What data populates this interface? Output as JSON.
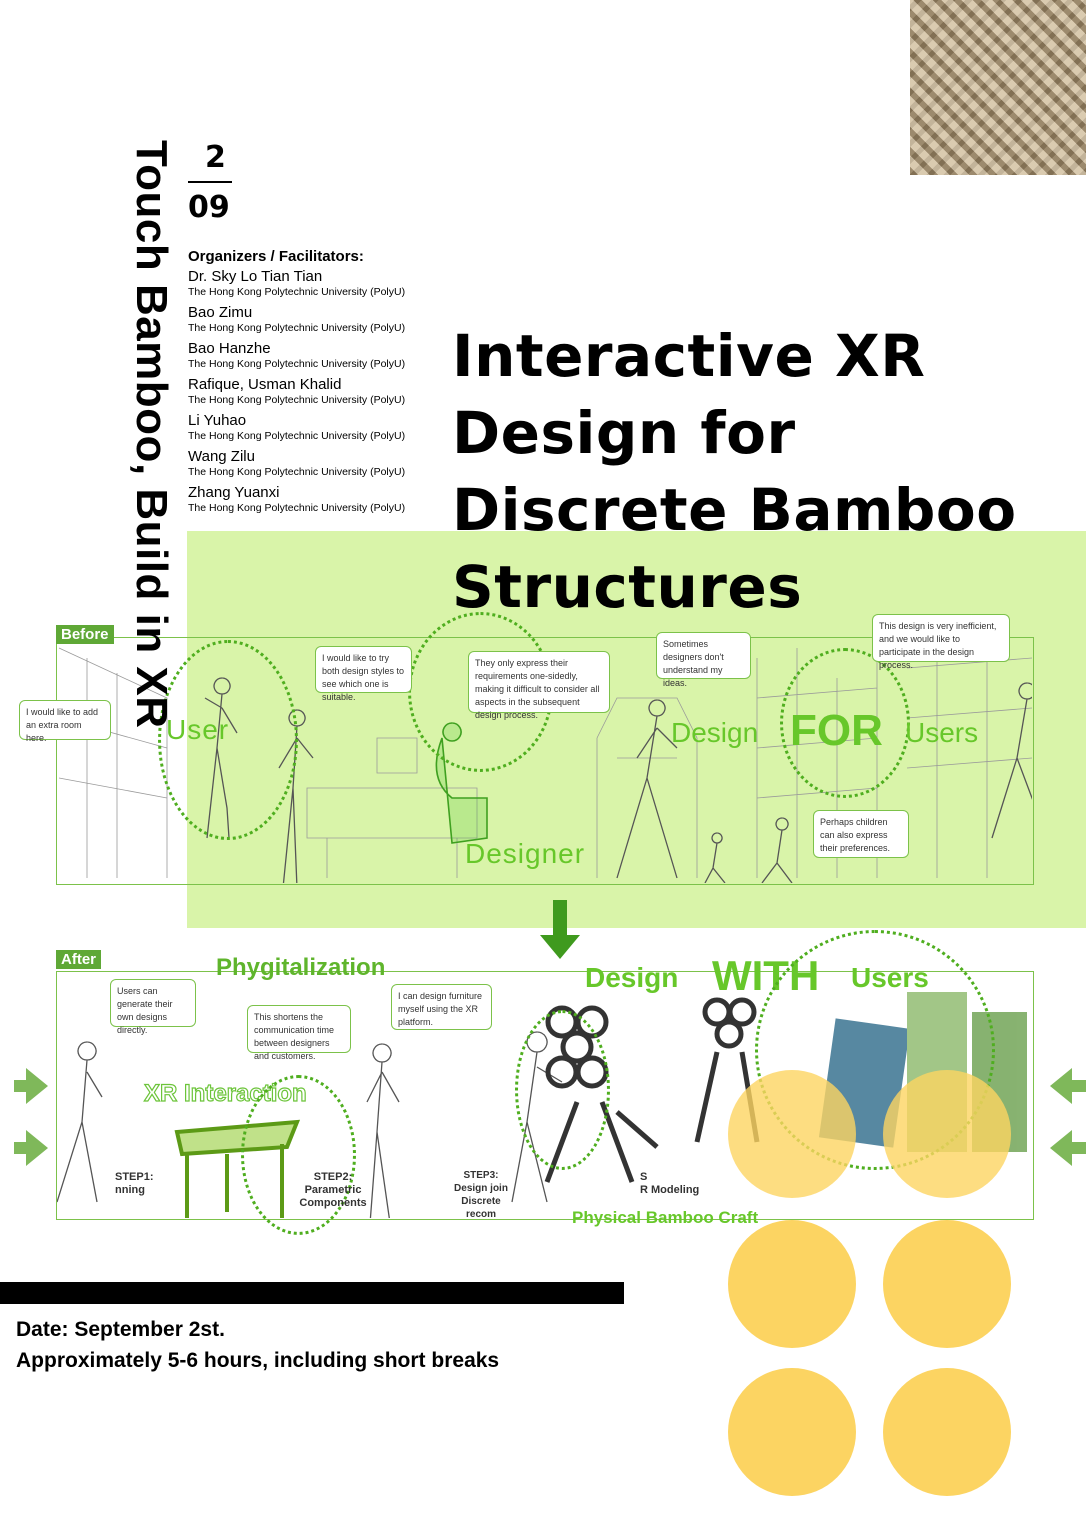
{
  "event": {
    "vertical_title": "Touch Bamboo, Build in XR",
    "date_day": "2",
    "date_month": "09",
    "title_lines": [
      "Interactive XR",
      "Design for",
      "Discrete Bamboo",
      "Structures"
    ]
  },
  "organizers": {
    "header": "Organizers / Facilitators:",
    "people": [
      {
        "name": "Dr. Sky Lo Tian Tian",
        "affiliation": "The Hong Kong Polytechnic University (PolyU)"
      },
      {
        "name": "Bao Zimu",
        "affiliation": "The Hong Kong Polytechnic University (PolyU)"
      },
      {
        "name": "Bao Hanzhe",
        "affiliation": "The Hong Kong Polytechnic University (PolyU)"
      },
      {
        "name": "Rafique, Usman Khalid",
        "affiliation": "The Hong Kong Polytechnic University (PolyU)"
      },
      {
        "name": "Li Yuhao",
        "affiliation": "The Hong Kong Polytechnic University (PolyU)"
      },
      {
        "name": "Wang Zilu",
        "affiliation": "The Hong Kong Polytechnic University (PolyU)"
      },
      {
        "name": "Zhang Yuanxi",
        "affiliation": "The Hong Kong Polytechnic University (PolyU)"
      }
    ]
  },
  "before_panel": {
    "tag": "Before",
    "label_user": "User",
    "label_designer": "Designer",
    "label_design_for": [
      "Design",
      "FOR",
      "Users"
    ],
    "bubbles": [
      "I would like to add an extra room here.",
      "I would like to try both design styles to see which one is suitable.",
      "They only express their requirements one-sidedly, making it difficult to consider all aspects in the subsequent design process.",
      "Sometimes designers don't understand my ideas.",
      "This design is very inefficient, and we would like to participate in the design process.",
      "Perhaps children can also express their preferences."
    ]
  },
  "after_panel": {
    "tag": "After",
    "heading": "Phygitalization",
    "label_design_with": [
      "Design",
      "WITH",
      "Users"
    ],
    "label_xr": "XR Interaction",
    "label_craft": "Physical Bamboo Craft",
    "bubbles": [
      "Users can generate their own designs directly.",
      "This shortens the communication time between designers and customers.",
      "I can design furniture myself using the XR platform."
    ],
    "steps": [
      {
        "title": "STEP1:",
        "sub": "nning"
      },
      {
        "title": "STEP2:",
        "sub": "Parametric Components"
      },
      {
        "title": "STEP3:",
        "sub": "Design join Discrete recom"
      },
      {
        "title": "S",
        "sub": "R Modeling"
      }
    ]
  },
  "footer": {
    "date_line": "Date: September 2st.",
    "duration_line": "Approximately 5-6 hours, including short breaks"
  },
  "colors": {
    "green_overlay": "#ccf08c",
    "green_text": "#67c72a",
    "tag_green": "#5fa836",
    "yellow_circle": "#fcd462"
  }
}
